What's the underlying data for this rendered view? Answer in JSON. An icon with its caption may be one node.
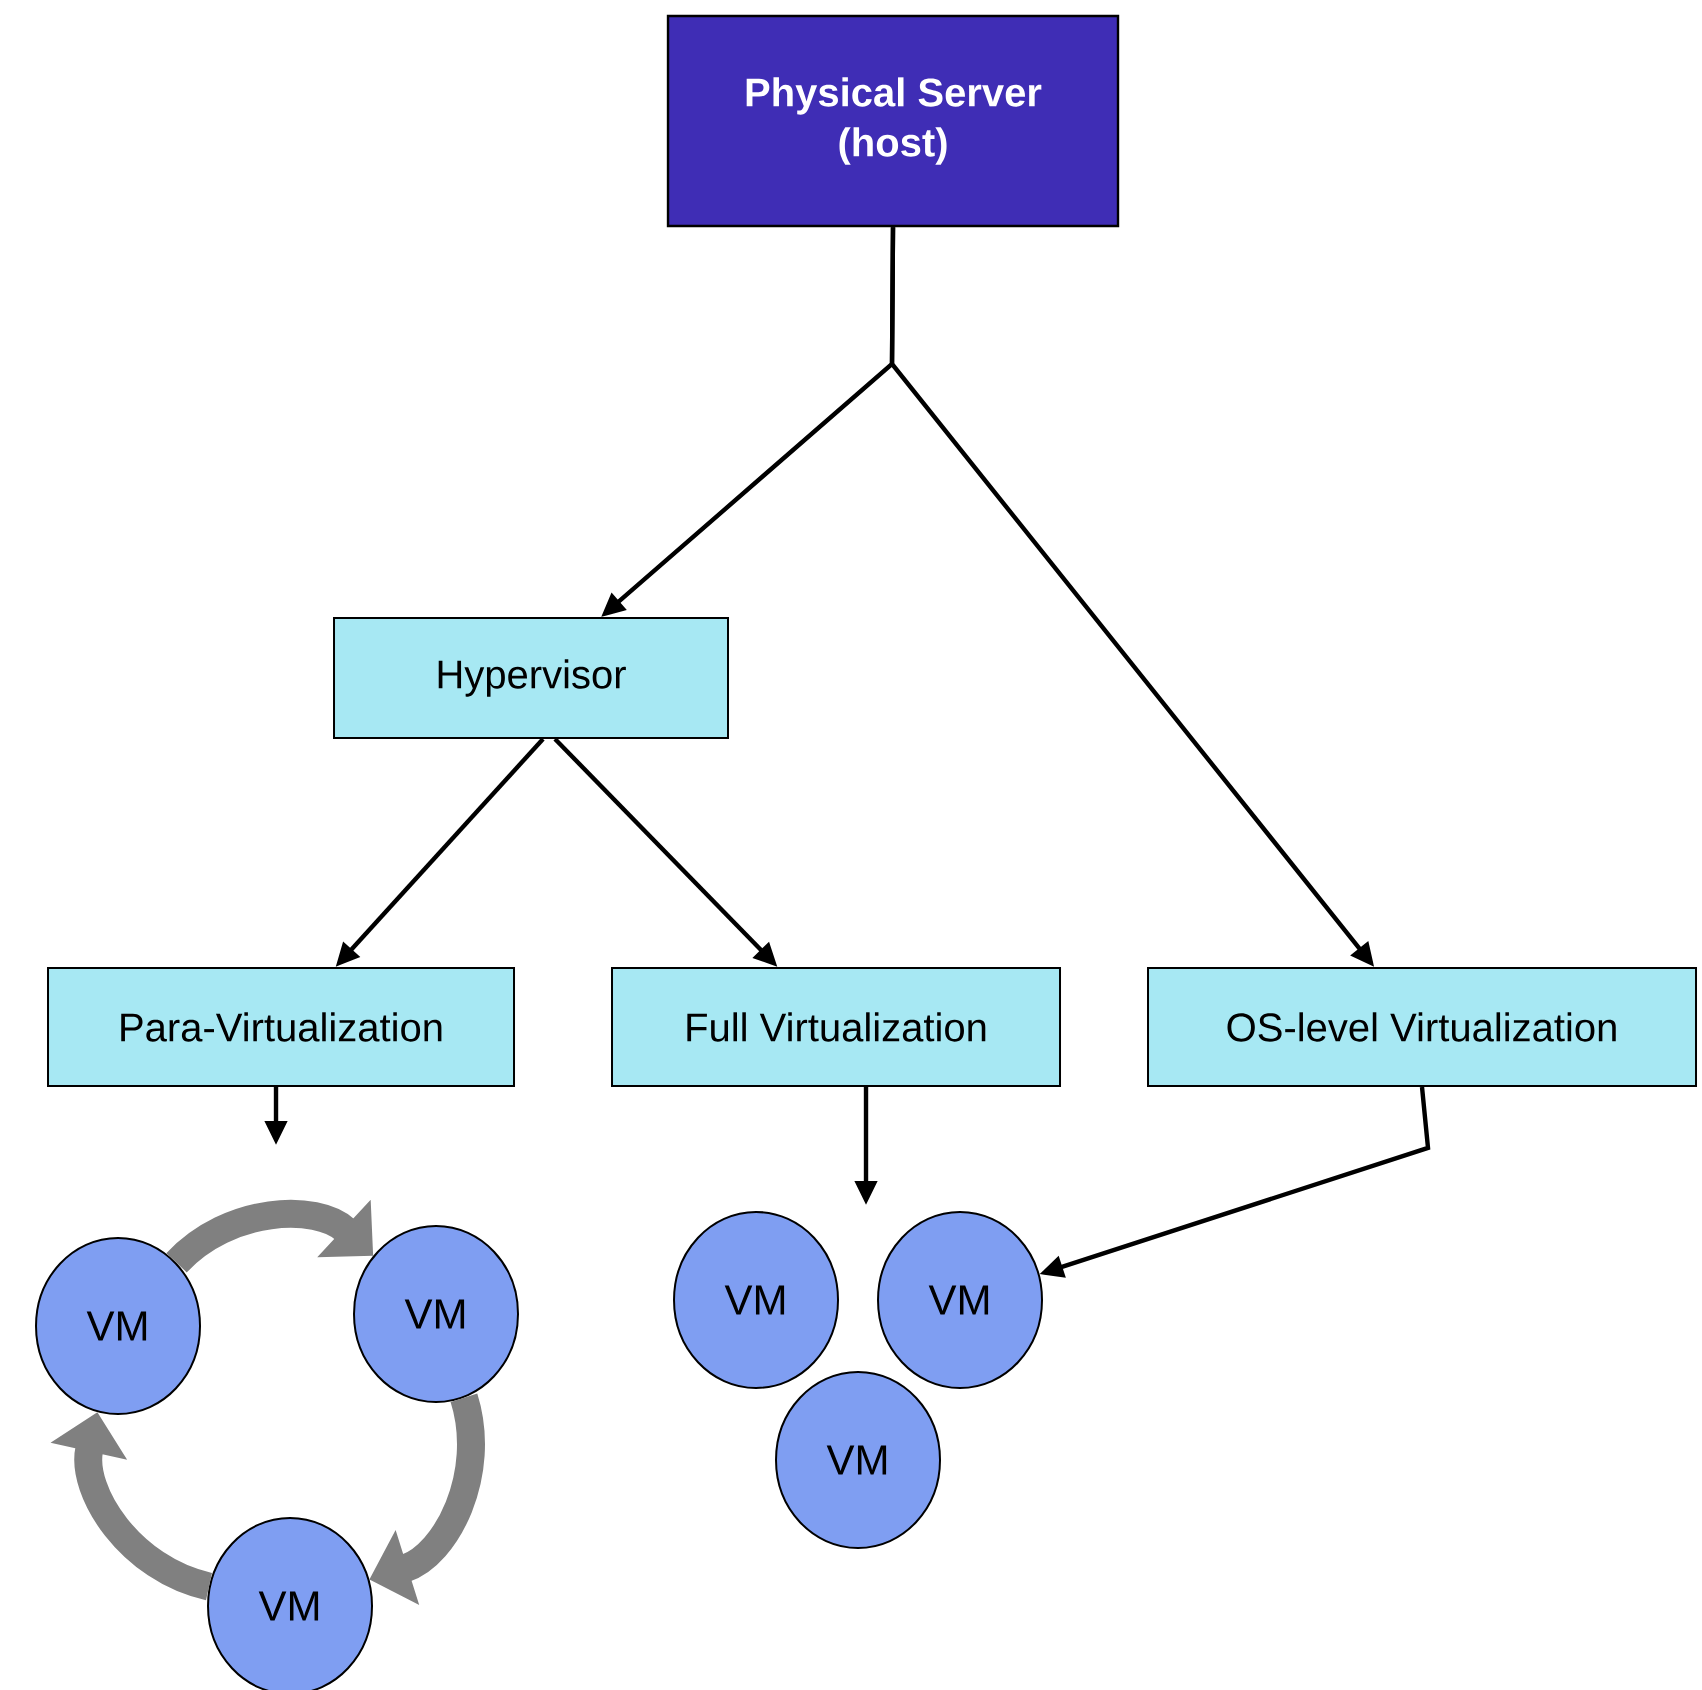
{
  "diagram": {
    "nodes": [
      {
        "text": [
          "Physical Server (host)"
        ]
      },
      {
        "text": [
          "Hypervisor"
        ]
      },
      {
        "text": [
          "Para-Virtualization"
        ]
      },
      {
        "text": [
          "Full Virtualization"
        ]
      },
      {
        "text": [
          "OS-level Virtualization"
        ]
      },
      {
        "text": [
          "VM"
        ]
      },
      {
        "text": [
          "VM"
        ]
      },
      {
        "text": [
          "VM"
        ]
      },
      {
        "text": [
          "VM"
        ]
      },
      {
        "text": [
          "VM"
        ]
      },
      {
        "text": [
          "VM"
        ]
      }
    ],
    "edges": [
      {
        "from": 0,
        "to": 1,
        "arrow": "to"
      },
      {
        "from": 0,
        "to": 4,
        "arrow": "to"
      },
      {
        "from": 1,
        "to": 2,
        "arrow": "to"
      },
      {
        "from": 1,
        "to": 3,
        "arrow": "to"
      },
      {
        "from": 2,
        "to": null,
        "arrow": "to"
      },
      {
        "from": 3,
        "to": null,
        "arrow": "to"
      },
      {
        "from": 4,
        "to": 9,
        "arrow": "to"
      },
      {
        "from": 5,
        "to": 6,
        "arrow": "to",
        "style": "thick",
        "color": "#808080"
      },
      {
        "from": 6,
        "to": 7,
        "arrow": "to",
        "style": "thick",
        "color": "#808080"
      },
      {
        "from": 7,
        "to": 5,
        "arrow": "to",
        "style": "thick",
        "color": "#808080"
      }
    ]
  }
}
